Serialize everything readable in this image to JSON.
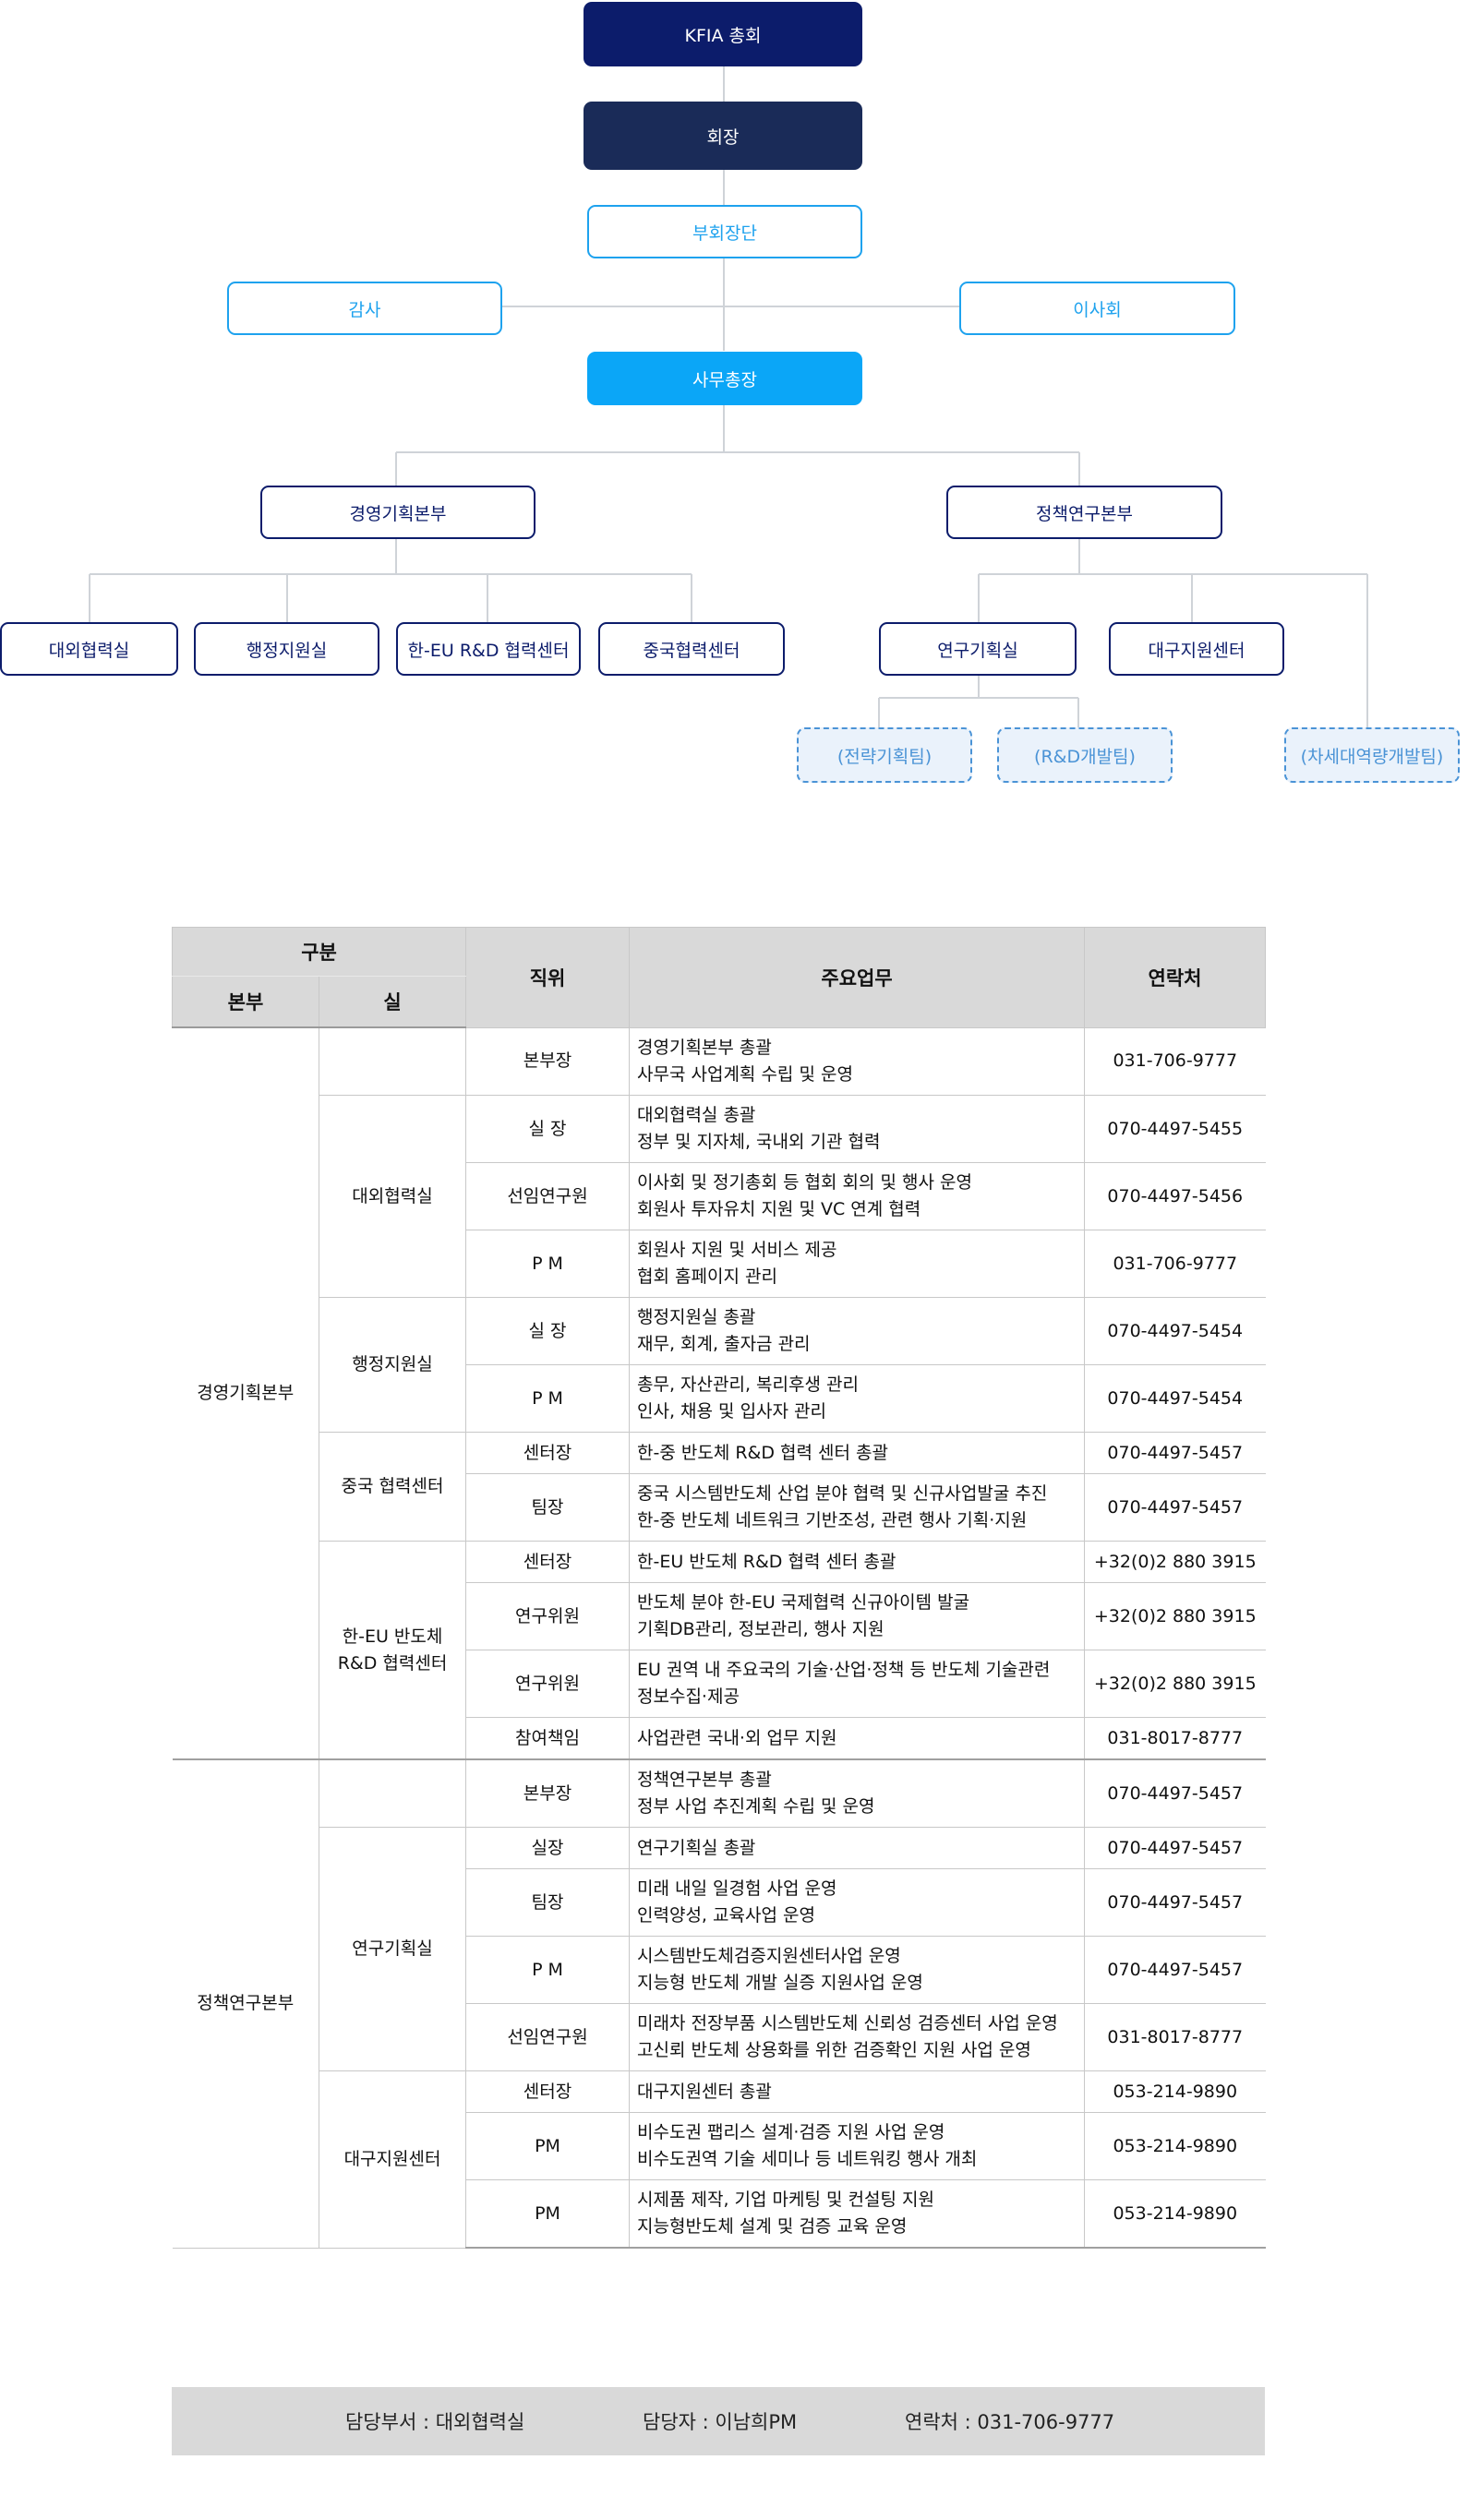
{
  "org": {
    "assembly": "KFIA 총회",
    "president": "회장",
    "vice_presidents": "부회장단",
    "auditor": "감사",
    "board": "이사회",
    "secretary_general": "사무총장",
    "divisions": [
      {
        "name": "경영기획본부",
        "offices": [
          "대외협력실",
          "행정지원실",
          "한-EU R&D 협력센터",
          "중국협력센터"
        ]
      },
      {
        "name": "정책연구본부",
        "offices": [
          "연구기획실",
          "대구지원센터"
        ],
        "teams": [
          "(전략기획팀)",
          "(R&D개발팀)",
          "(차세대역량개발팀)"
        ]
      }
    ]
  },
  "table": {
    "headers": {
      "group": "구분",
      "division": "본부",
      "office": "실",
      "position": "직위",
      "duties": "주요업무",
      "contact": "연락처"
    },
    "rows": [
      {
        "division": "경영기획본부",
        "office": "",
        "position": "본부장",
        "duties": [
          "경영기획본부 총괄",
          "사무국 사업계획 수립 및 운영"
        ],
        "contact": "031-706-9777"
      },
      {
        "office": "대외협력실",
        "position": "실 장",
        "duties": [
          "대외협력실 총괄",
          "정부 및 지자체, 국내외 기관 협력"
        ],
        "contact": "070-4497-5455"
      },
      {
        "position": "선임연구원",
        "duties": [
          "이사회 및 정기총회 등 협회 회의 및 행사 운영",
          "회원사 투자유치 지원 및 VC 연계 협력"
        ],
        "contact": "070-4497-5456"
      },
      {
        "position": "P M",
        "duties": [
          "회원사 지원 및 서비스 제공",
          "협회 홈페이지 관리"
        ],
        "contact": "031-706-9777"
      },
      {
        "office": "행정지원실",
        "position": "실 장",
        "duties": [
          "행정지원실 총괄",
          "재무, 회계, 출자금 관리"
        ],
        "contact": "070-4497-5454"
      },
      {
        "position": "P M",
        "duties": [
          "총무, 자산관리, 복리후생 관리",
          "인사, 채용 및 입사자 관리"
        ],
        "contact": "070-4497-5454"
      },
      {
        "office": "중국 협력센터",
        "position": "센터장",
        "duties": [
          "한-중 반도체 R&D 협력 센터 총괄"
        ],
        "contact": "070-4497-5457"
      },
      {
        "position": "팀장",
        "duties": [
          "중국 시스템반도체 산업 분야 협력 및 신규사업발굴 추진",
          "한-중 반도체 네트워크 기반조성, 관련 행사 기획·지원"
        ],
        "contact": "070-4497-5457"
      },
      {
        "office": "한-EU 반도체\nR&D 협력센터",
        "position": "센터장",
        "duties": [
          "한-EU 반도체 R&D 협력 센터 총괄"
        ],
        "contact": "+32(0)2 880 3915"
      },
      {
        "position": "연구위원",
        "duties": [
          "반도체 분야 한-EU 국제협력 신규아이템 발굴",
          "기획DB관리, 정보관리, 행사 지원"
        ],
        "contact": "+32(0)2 880 3915"
      },
      {
        "position": "연구위원",
        "duties": [
          "EU 권역 내 주요국의 기술·산업·정책 등 반도체 기술관련",
          "정보수집·제공"
        ],
        "contact": "+32(0)2 880 3915"
      },
      {
        "position": "참여책임",
        "duties": [
          "사업관련 국내·외 업무 지원"
        ],
        "contact": "031-8017-8777"
      },
      {
        "division": "정책연구본부",
        "office": "",
        "position": "본부장",
        "duties": [
          "정책연구본부 총괄",
          "정부 사업 추진계획 수립 및 운영"
        ],
        "contact": "070-4497-5457"
      },
      {
        "office": "연구기획실",
        "position": "실장",
        "duties": [
          "연구기획실 총괄"
        ],
        "contact": "070-4497-5457"
      },
      {
        "position": "팀장",
        "duties": [
          "미래 내일 일경험 사업 운영",
          "인력양성, 교육사업 운영"
        ],
        "contact": "070-4497-5457"
      },
      {
        "position": "P M",
        "duties": [
          "시스템반도체검증지원센터사업 운영",
          "지능형 반도체 개발 실증 지원사업 운영"
        ],
        "contact": "070-4497-5457"
      },
      {
        "position": "선임연구원",
        "duties": [
          "미래차 전장부품 시스템반도체 신뢰성 검증센터 사업 운영",
          "고신뢰 반도체 상용화를 위한 검증확인 지원 사업 운영"
        ],
        "contact": "031-8017-8777"
      },
      {
        "office": "대구지원센터",
        "position": "센터장",
        "duties": [
          "대구지원센터 총괄"
        ],
        "contact": "053-214-9890"
      },
      {
        "position": "PM",
        "duties": [
          "비수도권 팹리스 설계·검증 지원 사업 운영",
          "비수도권역 기술 세미나 등 네트워킹 행사 개최"
        ],
        "contact": "053-214-9890"
      },
      {
        "position": "PM",
        "duties": [
          "시제품 제작, 기업 마케팅 및 컨설팅 지원",
          "지능형반도체 설계 및 검증 교육 운영"
        ],
        "contact": "053-214-9890"
      }
    ]
  },
  "footer": {
    "department": "담당부서 : 대외협력실",
    "person": "담당자 : 이남희PM",
    "contact": "연락처 : 031-706-9777"
  }
}
